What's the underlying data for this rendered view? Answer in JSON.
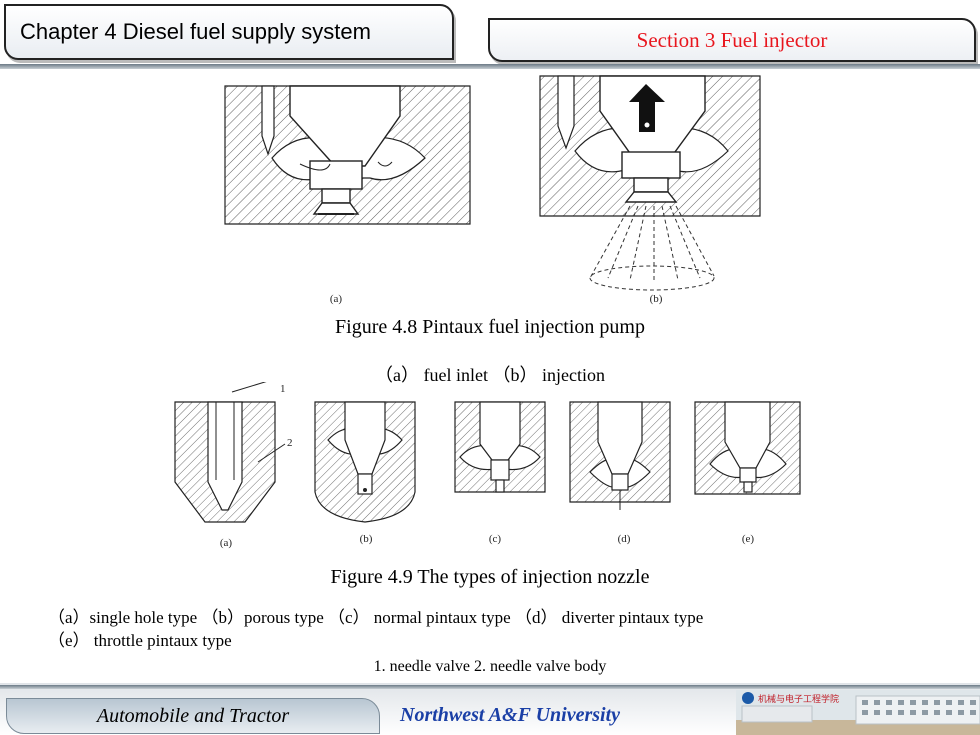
{
  "header": {
    "chapter": "Chapter 4  Diesel fuel supply system",
    "section": "Section 3   Fuel  injector"
  },
  "figure1": {
    "label_a": "(a)",
    "label_b": "(b)",
    "caption": "Figure 4.8  Pintaux fuel injection pump",
    "subcaption": "（a）  fuel inlet        （b）  injection"
  },
  "figure2": {
    "callout_1": "1",
    "callout_2": "2",
    "labels": [
      "(a)",
      "(b)",
      "(c)",
      "(d)",
      "(e)"
    ],
    "caption": "Figure 4.9   The types of injection nozzle",
    "types_line1": "（a）single hole type   （b）porous type   （c）  normal pintaux type  （d）  diverter pintaux type",
    "types_line2": "（e）  throttle pintaux type",
    "parts": "1. needle valve          2. needle valve body"
  },
  "footer": {
    "left": "Automobile and Tractor",
    "center": "Northwest  A&F  University",
    "logo_text": "机械与电子工程学院"
  },
  "colors": {
    "section_title": "#e8161e",
    "university": "#1a3fa6"
  }
}
